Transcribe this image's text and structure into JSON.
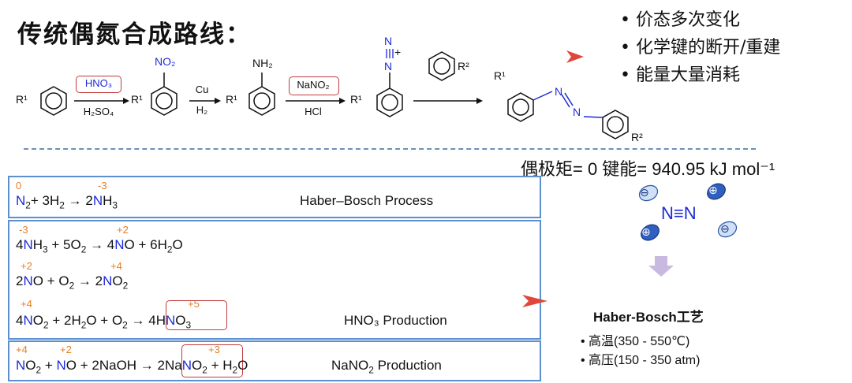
{
  "title": "传统偶氮合成路线：",
  "bullets": [
    "价态多次变化",
    "化学键的断开/重建",
    "能量大量消耗"
  ],
  "scheme": {
    "reagent1_top": "HNO₃",
    "reagent1_bottom": "H₂SO₄",
    "reagent2_top": "Cu",
    "reagent2_bottom": "H₂",
    "reagent3_top": "NaNO₂",
    "reagent3_bottom": "HCl",
    "r1": "R¹",
    "r2": "R²",
    "no2": "NO₂",
    "nh2": "NH₂",
    "n_plus": "+",
    "n_n": "N",
    "n_triple": "N",
    "azo_n1": "N",
    "azo_n2": "N"
  },
  "dipole": "偶极矩= 0 键能= 940.95 kJ mol⁻¹",
  "n2_molecule": {
    "label": "N≡N",
    "minus": "⊖",
    "plus": "⊕"
  },
  "haber": {
    "title": "Haber-Bosch工艺",
    "items": [
      "高温(350 - 550℃)",
      "高压(150 - 350 atm)"
    ]
  },
  "reactions": {
    "r1": {
      "ox_n2": "0",
      "ox_nh3": "-3",
      "process": "Haber–Bosch Process"
    },
    "r2": {
      "ox_a": "-3",
      "ox_b": "+2"
    },
    "r3": {
      "ox_a": "+2",
      "ox_b": "+4"
    },
    "r4": {
      "ox_a": "+4",
      "ox_b": "+5",
      "process": "HNO₃ Production"
    },
    "r5": {
      "ox_a": "+4",
      "ox_b": "+2",
      "ox_c": "+3",
      "process": "NaNO₂ Production"
    }
  },
  "colors": {
    "box": "#5b8fd0",
    "ox": "#e57f27",
    "nitrogen": "#1c2bd6",
    "highlight": "#c23b3b",
    "arrow": "#e0473a"
  }
}
